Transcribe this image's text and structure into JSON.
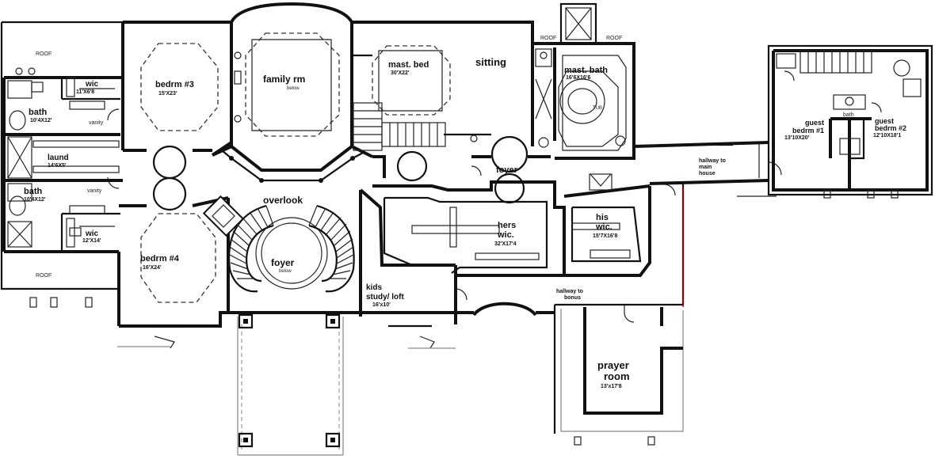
{
  "rooms": {
    "roof_top": "ROOF",
    "roof_bottom": "ROOF",
    "roof_center_left": "ROOF",
    "roof_center_right": "ROOF",
    "wic_upper": {
      "name": "wic",
      "size": "11'X6'8"
    },
    "bath_upper": {
      "name": "bath",
      "size": "10'4X12'"
    },
    "laundry": {
      "name": "laund",
      "size": "14'6X5'"
    },
    "bath_lower": {
      "name": "bath",
      "size": "10'4X12'"
    },
    "wic_lower": {
      "name": "wic",
      "size": "12'X14'"
    },
    "vanity_upper": "vanity",
    "vanity_lower": "vanity",
    "bedrm3": {
      "name": "bedrm #3",
      "size": "15'X23'"
    },
    "bedrm4": {
      "name": "bedrm #4",
      "size": "16'X24'"
    },
    "family": {
      "name": "family rm",
      "note": "below"
    },
    "overlook": "overlook",
    "foyer_main": {
      "name": "foyer",
      "note": "below"
    },
    "kids": {
      "name": "kids\nstudy/ loft",
      "line1": "kids",
      "line2": "study/ loft",
      "size": "16'x10'"
    },
    "mast_bed": {
      "name": "mast. bed",
      "size": "30'X22'"
    },
    "sitting": "sitting",
    "mast_bath": {
      "name": "mast. bath",
      "size": "16'6X16'6",
      "tub": "TUB"
    },
    "foyer_small": "foyer",
    "hers": {
      "line1": "hers",
      "line2": "wic.",
      "size": "32'X17'4"
    },
    "his": {
      "line1": "his",
      "line2": "wic.",
      "size": "15'7X16'8"
    },
    "hallway_bonus": {
      "line1": "hallway to",
      "line2": "bonus"
    },
    "hallway_main": {
      "line1": "hallway to",
      "line2": "main",
      "line3": "house"
    },
    "prayer": {
      "line1": "prayer",
      "line2": "room",
      "size": "13'x17'8"
    },
    "guest1": {
      "line1": "guest",
      "line2": "bedrm #1",
      "size": "13'10X20'"
    },
    "guest2": {
      "line1": "guest",
      "line2": "bedrm #2",
      "size": "12'10X18'1"
    },
    "guest_bath": "bath"
  }
}
